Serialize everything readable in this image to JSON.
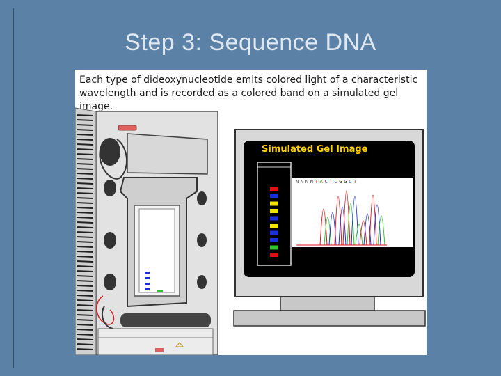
{
  "slide": {
    "title": "Step 3: Sequence DNA"
  },
  "figure": {
    "caption": "Each type of dideoxynucleotide emits colored light of a characteristic wavelength and is recorded as a colored band on a simulated gel image.",
    "gel_title": "Simulated Gel Image",
    "base_calls": [
      "N",
      "N",
      "N",
      "N",
      "T",
      "A",
      "C",
      "T",
      "C",
      "G",
      "G",
      "C",
      "T"
    ],
    "base_call_colors": {
      "N": "#444444",
      "A": "#1cb01c",
      "C": "#2040d0",
      "G": "#222222",
      "T": "#e01010"
    },
    "gel_bands": [
      "red",
      "green",
      "blue",
      "blue",
      "yellow",
      "blue",
      "yellow",
      "yellow",
      "blue",
      "red"
    ],
    "instrument_bands": [
      "blue",
      "blue",
      "blue",
      "blue",
      "green"
    ]
  },
  "colors": {
    "background": "#5b81a6",
    "title": "#dfe8f1",
    "band_red": "#e01010",
    "band_green": "#2ec52e",
    "band_blue": "#1a2fd6",
    "band_yellow": "#f2e200"
  }
}
